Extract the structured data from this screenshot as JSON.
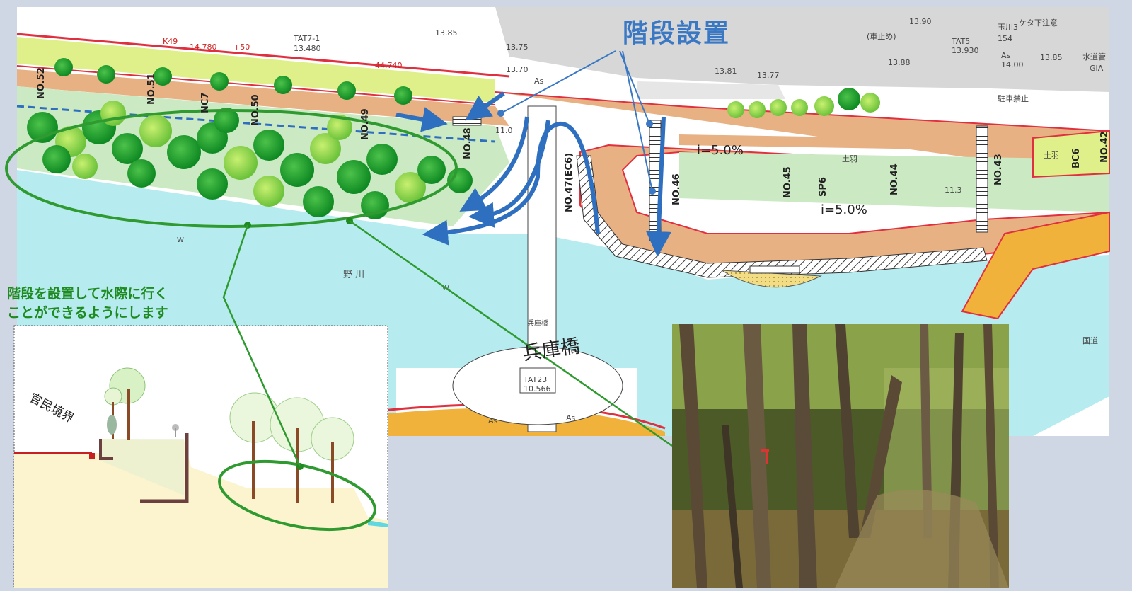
{
  "labels": {
    "stair_title": "階段設置",
    "description_line1": "階段を設置して水際に行く",
    "description_line2": "ことができるようにします",
    "bridge_name": "兵庫橋",
    "boundary": "官民境界"
  },
  "plan_marks": {
    "stations": [
      "NO.52",
      "NO.51",
      "NC7",
      "NO.50",
      "NO.49",
      "NO.48",
      "NO.47(EC6)",
      "NO.46",
      "NO.45",
      "SP6",
      "NO.44",
      "NO.43",
      "BC6",
      "NO.42"
    ],
    "slope_upper": "i=5.0%",
    "slope_lower": "i=5.0%",
    "river": "野 川",
    "road_texts": [
      "K49",
      "14.780",
      "+50",
      "TAT7-1",
      "13.480",
      "44.740",
      "13.85",
      "13.75",
      "13.70",
      "As",
      "13.81",
      "13.77",
      "13.90",
      "(車止め)",
      "TAT5",
      "13.930",
      "玉川3",
      "154",
      "ケタ下注意",
      "13.88",
      "13.85",
      "14.00",
      "As",
      "駐車禁止",
      "水道管",
      "GIA",
      "土羽",
      "土羽",
      "TAT23",
      "10.566",
      "As",
      "As",
      "国道",
      "兵庫橋",
      "W",
      "W",
      "11.0",
      "11.3"
    ]
  },
  "colors": {
    "accent_blue": "#2f6fbf",
    "label_blue": "#3a78c4",
    "green_text": "#1f8a1f",
    "boundary_red": "#e0303f",
    "road_orange": "#e7b184",
    "water": "#b6ecef",
    "grass_light": "#cbe9c2",
    "grass_yellow": "#dff08a"
  }
}
